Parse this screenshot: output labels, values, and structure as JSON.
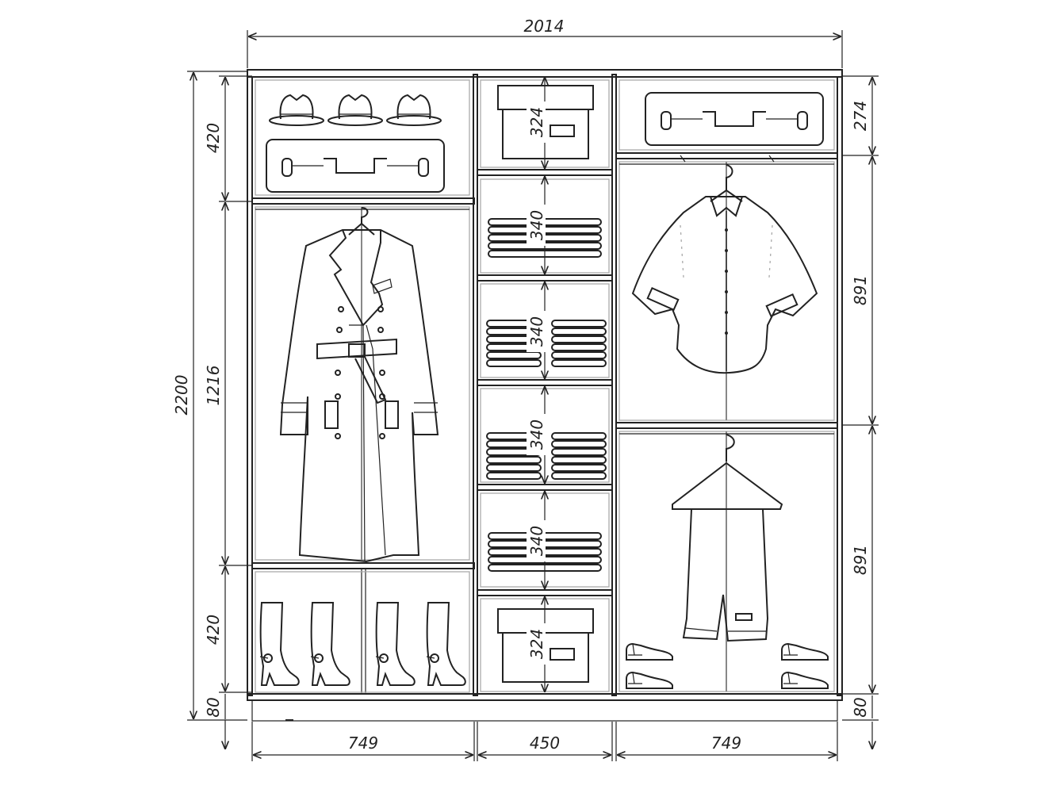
{
  "diagram": {
    "overall_width": "2014",
    "overall_height": "2200",
    "left_column": {
      "top_shelf_height": "420",
      "hanging_height": "1216",
      "bottom_height": "420",
      "plinth_height": "80",
      "width": "749"
    },
    "middle_column": {
      "width": "450",
      "compartments": [
        "324",
        "340",
        "340",
        "340",
        "340",
        "324"
      ]
    },
    "right_column": {
      "top_shelf_height": "274",
      "upper_hanging_height": "891",
      "lower_hanging_height": "891",
      "plinth_height": "80",
      "width": "749"
    }
  },
  "icons": {
    "hat": "hat-icon",
    "suitcase": "suitcase-icon",
    "coat": "trench-coat-icon",
    "boot": "boot-icon",
    "box": "storage-box-icon",
    "folded_clothes": "folded-clothes-icon",
    "shirt": "shirt-icon",
    "trousers": "trousers-icon",
    "shoe": "shoe-icon"
  }
}
